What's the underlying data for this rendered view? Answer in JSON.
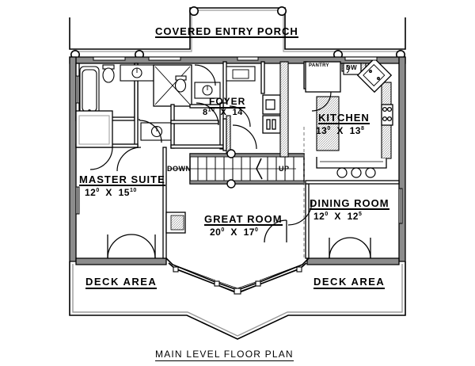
{
  "drawing": {
    "title": "MAIN LEVEL FLOOR PLAN",
    "stroke_color": "#000000",
    "wall_fill": "#808080",
    "background": "#ffffff"
  },
  "rooms": [
    {
      "id": "covered-entry-porch",
      "name": "COVERED ENTRY PORCH",
      "dim": "",
      "dim_w": "",
      "dim_w_sup": "",
      "dim_h": "",
      "dim_h_sup": ""
    },
    {
      "id": "master-suite",
      "name": "MASTER SUITE",
      "dim": "12⁰ X 15¹⁰",
      "dim_w": "12",
      "dim_w_sup": "0",
      "dim_h": "15",
      "dim_h_sup": "10"
    },
    {
      "id": "foyer",
      "name": "FOYER",
      "dim": "8¹⁰ X 14",
      "dim_w": "8",
      "dim_w_sup": "10",
      "dim_h": "14",
      "dim_h_sup": ""
    },
    {
      "id": "kitchen",
      "name": "KITCHEN",
      "dim": "13⁰ X 13⁸",
      "dim_w": "13",
      "dim_w_sup": "0",
      "dim_h": "13",
      "dim_h_sup": "8"
    },
    {
      "id": "great-room",
      "name": "GREAT ROOM",
      "dim": "20⁰ X 17⁰",
      "dim_w": "20",
      "dim_w_sup": "0",
      "dim_h": "17",
      "dim_h_sup": "0"
    },
    {
      "id": "dining-room",
      "name": "DINING ROOM",
      "dim": "12⁰ X 12⁵",
      "dim_w": "12",
      "dim_w_sup": "0",
      "dim_h": "12",
      "dim_h_sup": "5"
    },
    {
      "id": "deck-area-left",
      "name": "DECK AREA",
      "dim": "",
      "dim_w": "",
      "dim_w_sup": "",
      "dim_h": "",
      "dim_h_sup": ""
    },
    {
      "id": "deck-area-right",
      "name": "DECK AREA",
      "dim": "",
      "dim_w": "",
      "dim_w_sup": "",
      "dim_h": "",
      "dim_h_sup": ""
    }
  ],
  "annotations": {
    "pantry": "PANTRY",
    "dishwasher": "DW",
    "stair_down": "DOWN",
    "stair_up": "UP"
  },
  "fixtures": [
    {
      "name": "bathtub"
    },
    {
      "name": "toilet"
    },
    {
      "name": "vanity-sink"
    },
    {
      "name": "shower"
    },
    {
      "name": "second-toilet"
    },
    {
      "name": "second-sink"
    },
    {
      "name": "laundry-sink"
    },
    {
      "name": "washer"
    },
    {
      "name": "dryer"
    },
    {
      "name": "corner-sink"
    },
    {
      "name": "range-cooktop"
    },
    {
      "name": "bar-stools"
    },
    {
      "name": "fireplace"
    }
  ]
}
